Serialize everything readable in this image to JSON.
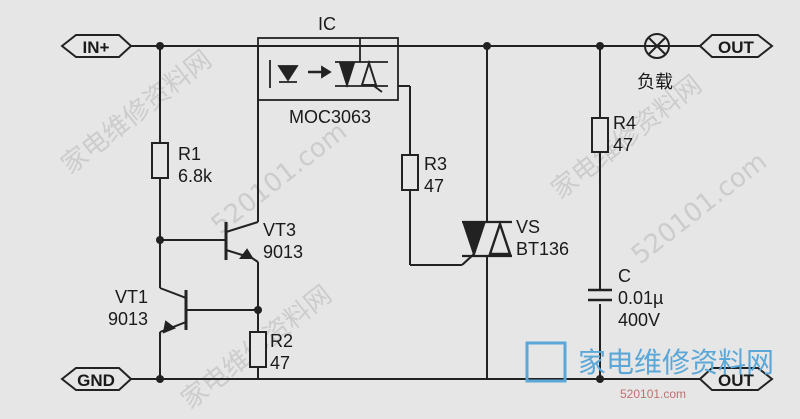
{
  "ports": {
    "in_plus": "IN+",
    "gnd": "GND",
    "out_top": "OUT",
    "out_bottom": "OUT"
  },
  "ic": {
    "label": "IC",
    "part": "MOC3063"
  },
  "load": {
    "label": "负载"
  },
  "components": {
    "r1": {
      "name": "R1",
      "value": "6.8k"
    },
    "r2": {
      "name": "R2",
      "value": "47"
    },
    "r3": {
      "name": "R3",
      "value": "47"
    },
    "r4": {
      "name": "R4",
      "value": "47"
    },
    "vt1": {
      "name": "VT1",
      "value": "9013"
    },
    "vt3": {
      "name": "VT3",
      "value": "9013"
    },
    "vs": {
      "name": "VS",
      "value": "BT136"
    },
    "c": {
      "name": "C",
      "value": "0.01µ",
      "voltage": "400V"
    }
  },
  "watermark": {
    "text": "家电维修资料网",
    "brand": "家电维修资料网",
    "url": "520101.com"
  }
}
